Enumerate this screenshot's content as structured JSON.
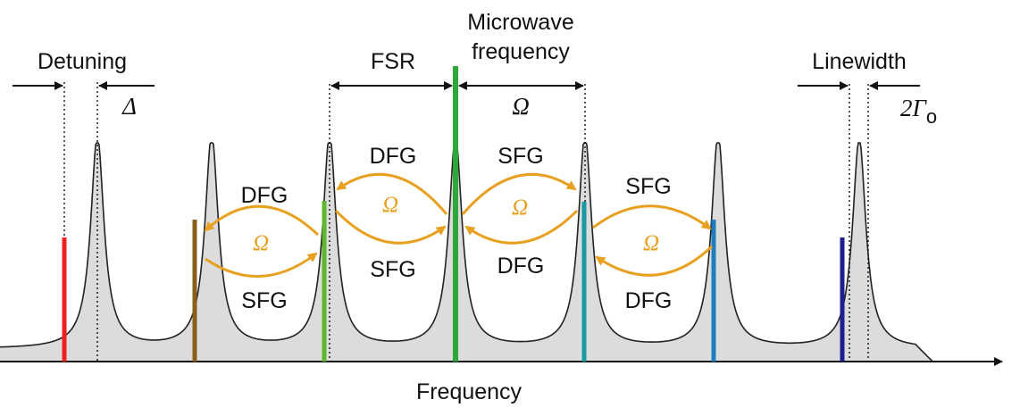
{
  "labels": {
    "detuning": "Detuning",
    "delta": "Δ",
    "fsr": "FSR",
    "microwave_line1": "Microwave",
    "microwave_line2": "frequency",
    "omega": "Ω",
    "linewidth": "Linewidth",
    "gamma_prefix": "2Γ",
    "gamma_sub": "o",
    "frequency": "Frequency",
    "dfg": "DFG",
    "sfg": "SFG"
  },
  "colors": {
    "curve": "#222222",
    "fill": "#dcdcdc",
    "process_arrow": "#e8a020",
    "line_red": "#ee2020",
    "line_brown": "#8b5e1a",
    "line_lightgreen": "#5cb82e",
    "line_green": "#2ea83a",
    "line_teal": "#1a9aa0",
    "line_blue": "#1f7cc0",
    "line_navy": "#1e1e8e"
  }
}
